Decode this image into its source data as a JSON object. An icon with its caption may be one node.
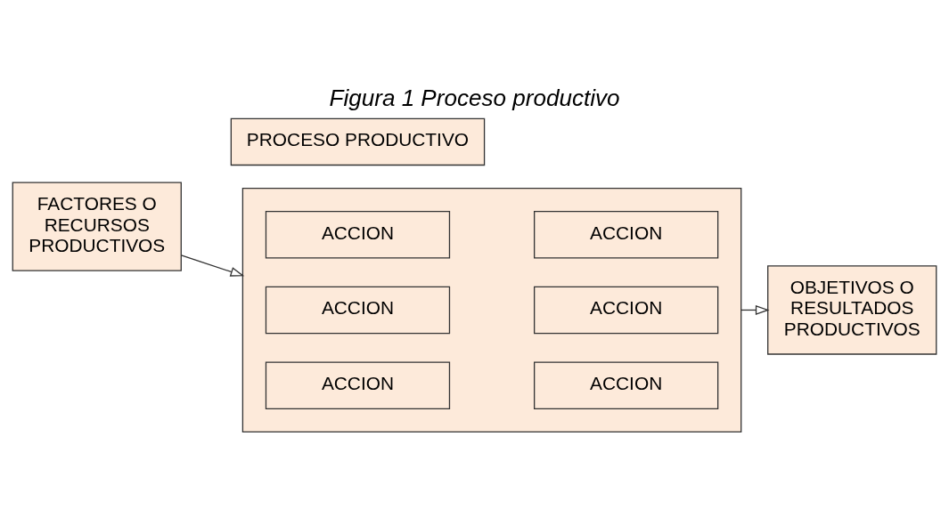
{
  "diagram": {
    "title": "Figura 1 Proceso productivo",
    "nodes": [
      {
        "text": [
          "PROCESO PRODUCTIVO"
        ]
      },
      {
        "text": [
          "FACTORES O RECURSOS PRODUCTIVOS"
        ]
      },
      {
        "text": [],
        "shape": "box"
      },
      {
        "text": [
          "ACCION"
        ],
        "in": 2
      },
      {
        "text": [
          "ACCION"
        ],
        "in": 2
      },
      {
        "text": [
          "ACCION"
        ],
        "in": 2
      },
      {
        "text": [
          "ACCION"
        ],
        "in": 2
      },
      {
        "text": [
          "ACCION"
        ],
        "in": 2
      },
      {
        "text": [
          "ACCION"
        ],
        "in": 2
      },
      {
        "text": [
          "OBJETIVOS O RESULTADOS PRODUCTIVOS"
        ]
      }
    ],
    "edges": [
      {
        "from": 1,
        "to": 2,
        "arrow": "to"
      },
      {
        "from": 2,
        "to": 9,
        "arrow": "to"
      }
    ]
  }
}
